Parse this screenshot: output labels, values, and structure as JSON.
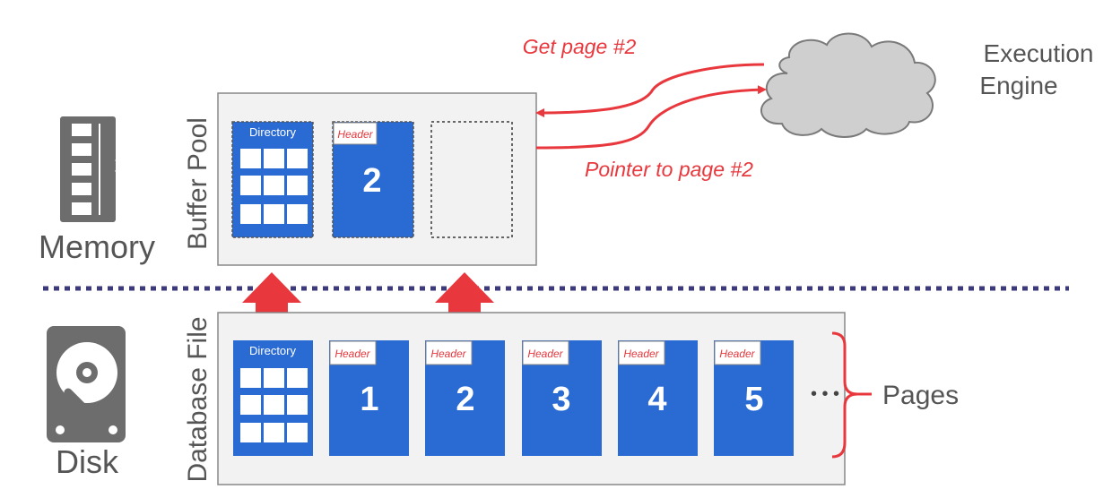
{
  "colors": {
    "page_blue": "#2a6ad3",
    "accent_red": "#e8383d",
    "box_fill": "#f2f2f2",
    "box_border": "#888888",
    "icon_gray": "#6d6d6d",
    "text_gray": "#555555",
    "divider": "#3d3a7a",
    "cloud_fill": "#cfcfcf"
  },
  "memory": {
    "label": "Memory",
    "icon": "memory-chip-icon"
  },
  "disk": {
    "label": "Disk",
    "icon": "hard-disk-icon"
  },
  "buffer_pool": {
    "label": "Buffer Pool",
    "directory_label": "Directory",
    "page_header_label": "Header",
    "page_number": "2"
  },
  "database_file": {
    "label": "Database File",
    "directory_label": "Directory",
    "header_label": "Header",
    "page_numbers": [
      "1",
      "2",
      "3",
      "4",
      "5"
    ],
    "ellipsis": "• • •",
    "pages_label": "Pages"
  },
  "execution_engine": {
    "line1": "Execution",
    "line2": "Engine"
  },
  "arrows": {
    "request": "Get page #2",
    "response": "Pointer to page #2"
  }
}
